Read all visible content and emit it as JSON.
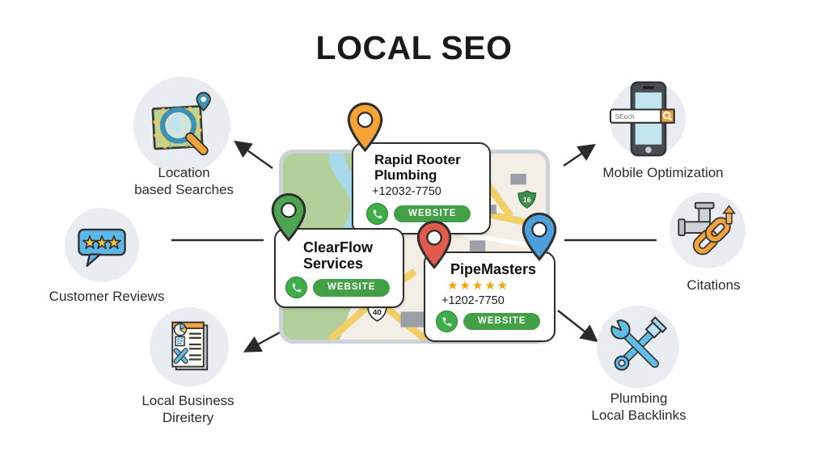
{
  "title": "LOCAL SEO",
  "nodes": {
    "location_searches": {
      "label": "Location\nbased Searches"
    },
    "customer_reviews": {
      "label": "Customer Reviews"
    },
    "local_directory": {
      "label": "Local Business\nDireitery"
    },
    "mobile_optimization": {
      "label": "Mobile Optimization",
      "search_text": "SEɑch"
    },
    "citations": {
      "label": "Citations"
    },
    "local_backlinks": {
      "label": "Plumbing\nLocal Backlinks"
    }
  },
  "map": {
    "route_badges": [
      {
        "number": "16"
      },
      {
        "number": "40"
      }
    ],
    "businesses": [
      {
        "name": "Rapid Rooter Plumbing",
        "phone": "+12032-7750",
        "website_label": "WEBSITE",
        "pin_color": "#F4A436"
      },
      {
        "name": "ClearFlow Services",
        "website_label": "WEBSITE",
        "pin_color": "#4DA452"
      },
      {
        "name": "PipeMasters",
        "stars": "★★★★★",
        "phone": "+1202-7750",
        "website_label": "WEBSITE",
        "pin_color": "#E25A4B",
        "secondary_pin_color": "#4C9FD9"
      }
    ]
  },
  "colors": {
    "accent_green": "#43A047",
    "accent_orange": "#F2A33C",
    "star_orange": "#F0A500",
    "icon_blue": "#62BDE6",
    "node_circle_bg": "#E9EDF1"
  }
}
